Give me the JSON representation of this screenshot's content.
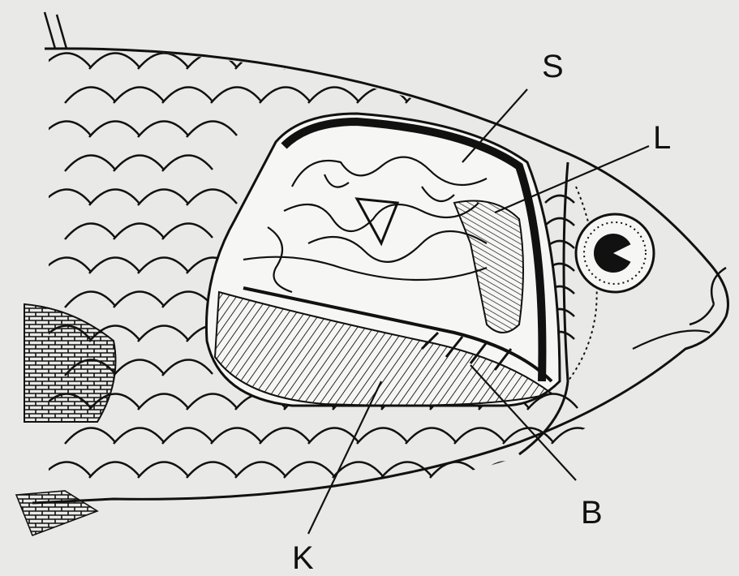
{
  "labels": {
    "s": "S",
    "l": "L",
    "b": "B",
    "k": "K"
  },
  "colors": {
    "ink": "#111111",
    "paper": "#e9e9e7"
  }
}
